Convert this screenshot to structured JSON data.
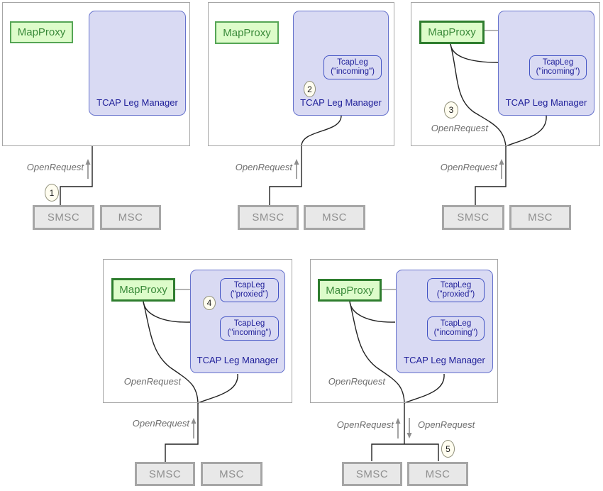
{
  "colors": {
    "panel_border": "#a6a6a6",
    "green_fill": "#ddfcca",
    "green_border": "#55a555",
    "green_border_strong": "#2e7d2e",
    "green_text": "#3a8a3a",
    "lavender_fill": "#d9daf3",
    "lavender_border": "#6672cc",
    "tcapleg_border": "#4253c4",
    "navy_text": "#20209a",
    "gray_box_fill": "#e8e8e8",
    "gray_box_border": "#a6a6a6",
    "gray_box_text": "#8f8f8f",
    "label_text": "#6e6e6e",
    "wire_black": "#222222",
    "wire_gray": "#9a9a9a",
    "arrow_gray": "#8d8d8d",
    "badge_fill": "#fffdf0",
    "badge_border": "#90907a"
  },
  "shared": {
    "mapproxy": "MapProxy",
    "manager": "TCAP Leg Manager",
    "tcapleg": "TcapLeg",
    "incoming": "(\"incoming\")",
    "proxied": "(\"proxied\")",
    "smsc": "SMSC",
    "msc": "MSC",
    "open_request": "OpenRequest"
  },
  "panels": [
    {
      "step": "1"
    },
    {
      "step": "2"
    },
    {
      "step": "3"
    },
    {
      "step": "4"
    },
    {
      "step": "5"
    }
  ]
}
